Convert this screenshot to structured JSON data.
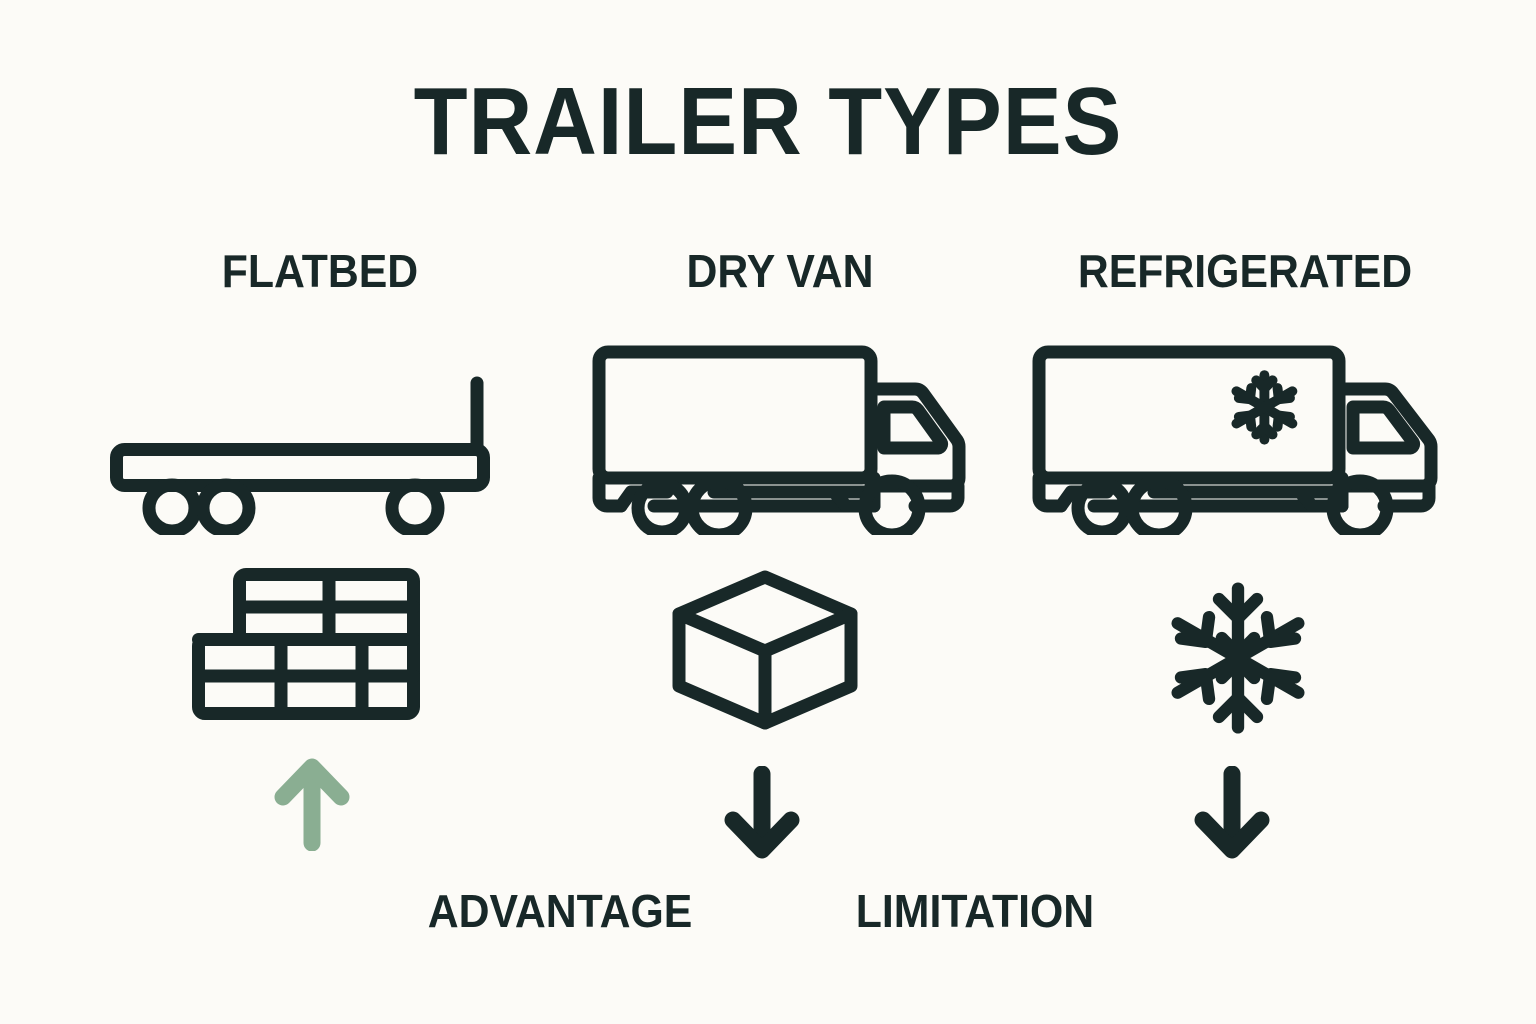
{
  "page": {
    "title": "TRAILER TYPES",
    "background_color": "#FCFBF7",
    "ink_color": "#182828",
    "accent_color": "#8AAE92"
  },
  "columns": [
    {
      "id": "flatbed",
      "label": "FLATBED",
      "vehicle_icon": "flatbed-trailer-icon",
      "cargo_icon": "brick-wall-icon",
      "arrow_icon": "arrow-up-icon",
      "arrow_direction": "up",
      "arrow_color": "#8AAE92",
      "verdict": "ADVANTAGE"
    },
    {
      "id": "dry-van",
      "label": "DRY VAN",
      "vehicle_icon": "box-truck-icon",
      "cargo_icon": "cube-icon",
      "arrow_icon": "arrow-down-icon",
      "arrow_direction": "down",
      "arrow_color": "#182828",
      "verdict": "LIMITATION"
    },
    {
      "id": "refrigerated",
      "label": "REFRIGERATED",
      "vehicle_icon": "refrigerated-truck-icon",
      "cargo_icon": "snowflake-icon",
      "arrow_icon": "arrow-down-icon",
      "arrow_direction": "down",
      "arrow_color": "#182828",
      "verdict": "LIMITATION"
    }
  ],
  "footer": {
    "advantage_label": "ADVANTAGE",
    "limitation_label": "LIMITATION"
  }
}
